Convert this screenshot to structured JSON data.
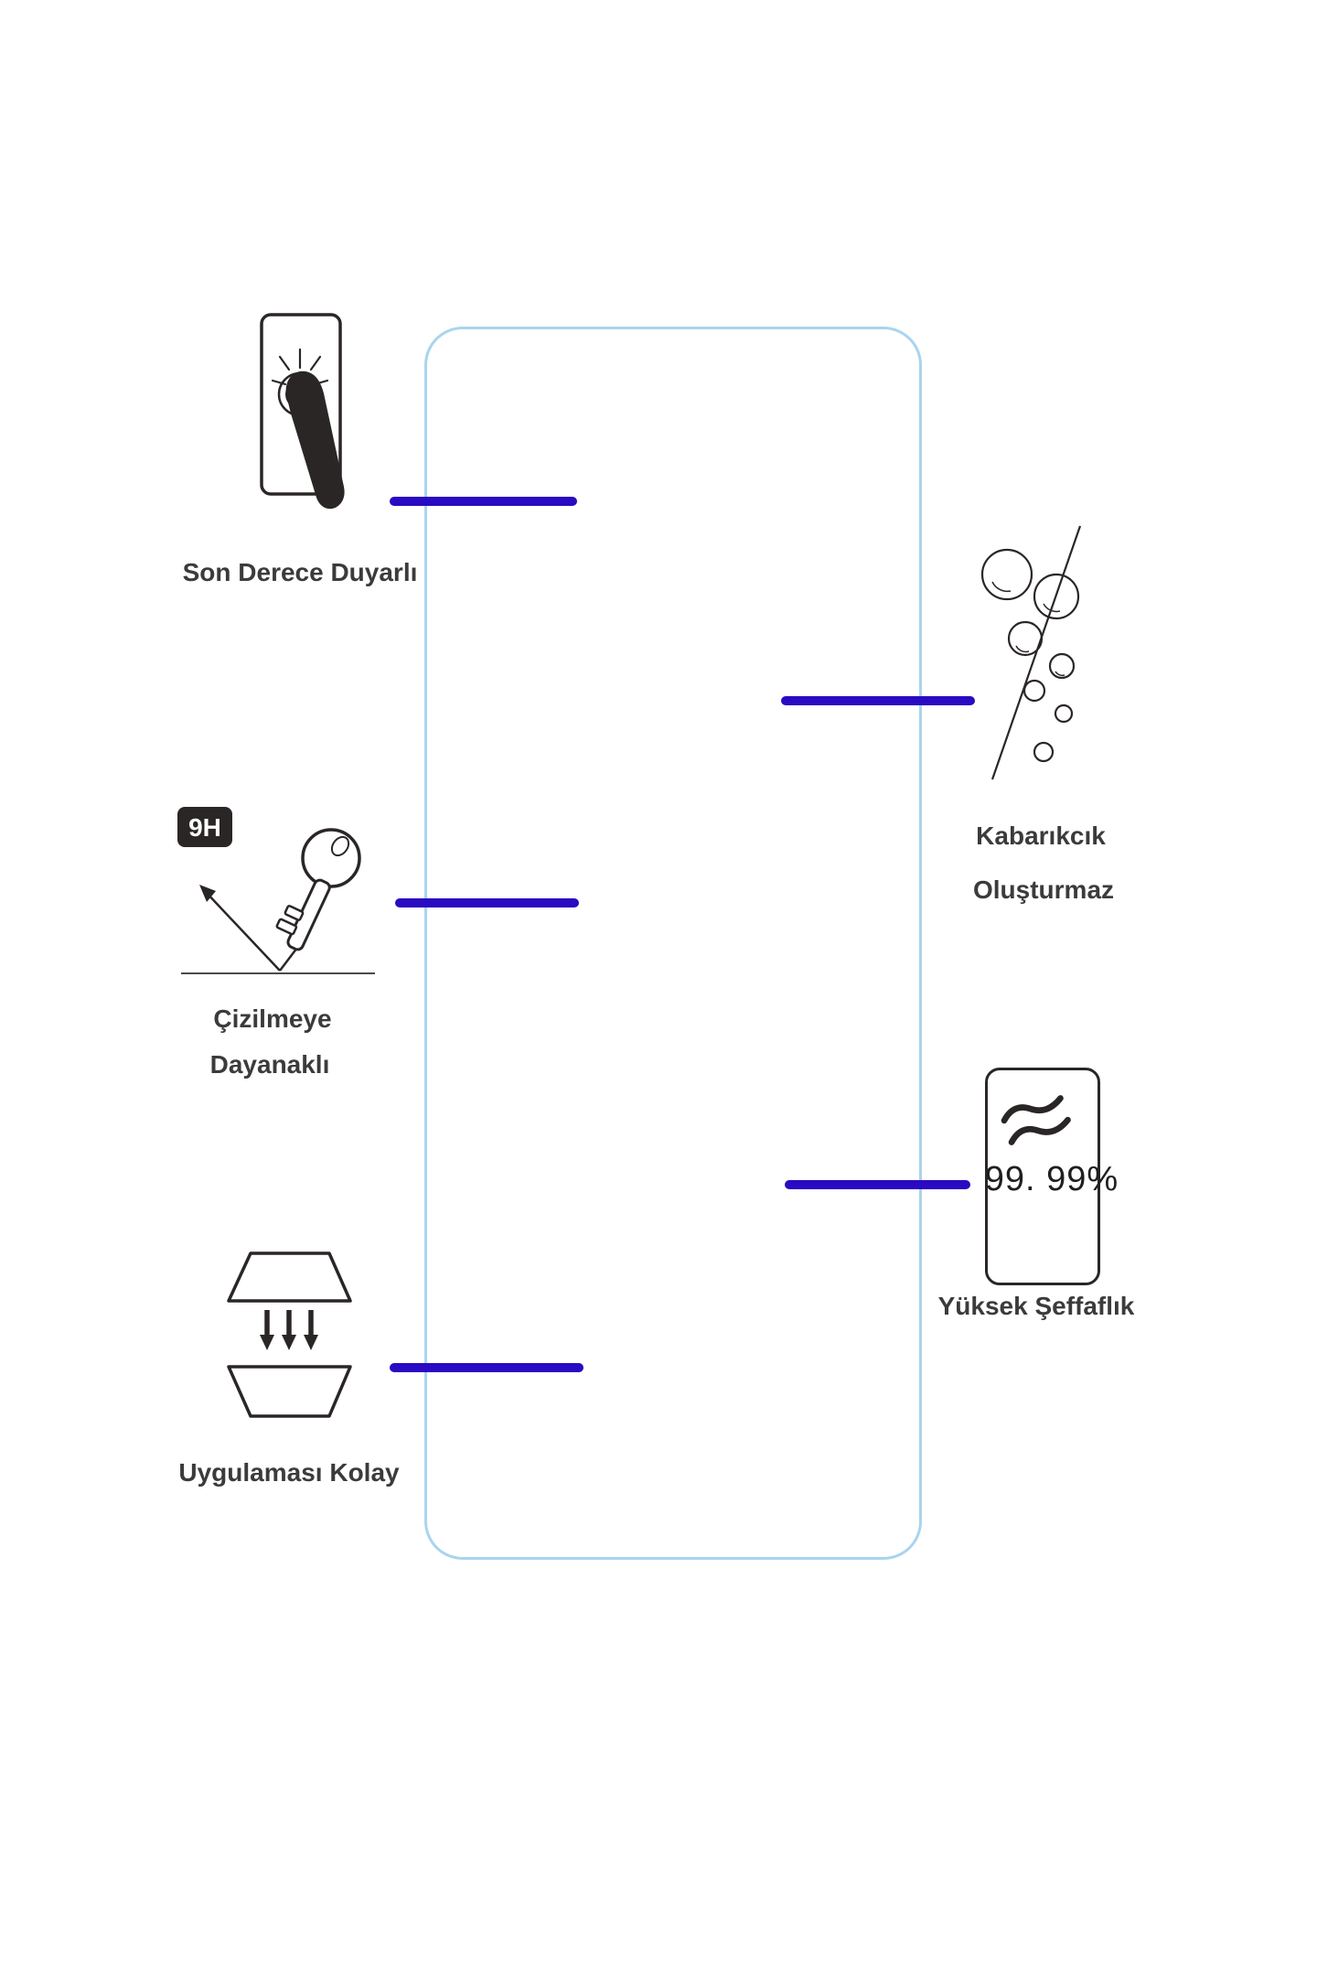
{
  "colors": {
    "glass_border": "#a9d4ef",
    "connector": "#2a0ac2",
    "icon_stroke": "#2b2626",
    "text": "#3b3b3b"
  },
  "features": {
    "sensitive": {
      "label": "Son Derece Duyarlı"
    },
    "scratch_resistant": {
      "line1": "Çizilmeye",
      "line2": "Dayanaklı",
      "badge": "9H"
    },
    "easy_apply": {
      "label": "Uygulaması Kolay"
    },
    "no_bubbles": {
      "line1": "Kabarıkcık",
      "line2": "Oluşturmaz"
    },
    "high_transparency": {
      "label": "Yüksek Şeffaflık",
      "value": "99. 99%"
    }
  }
}
